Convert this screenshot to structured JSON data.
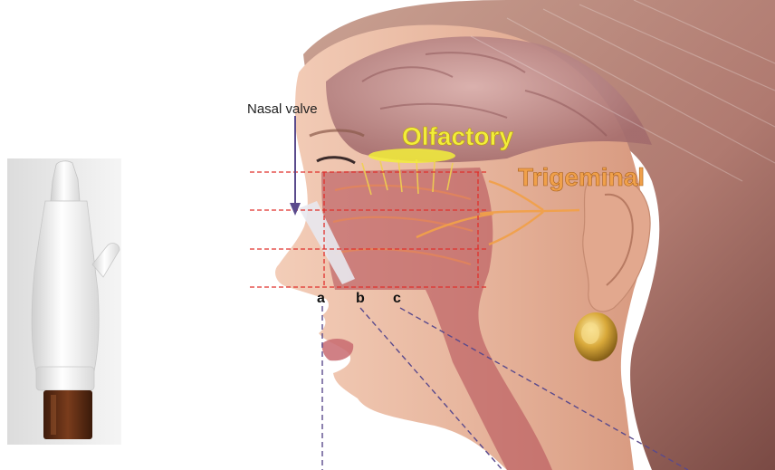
{
  "labels": {
    "nasal_valve": "Nasal valve",
    "olfactory": "Olfactory",
    "trigeminal": "Trigeminal",
    "a": "a",
    "b": "b",
    "c": "c"
  },
  "colors": {
    "olfactory": "#f2ee3a",
    "trigeminal": "#f0a04a",
    "guide_lines": "#e0302c",
    "dashed_paths": "#5a4a8c",
    "arrow": "#5a4a8c",
    "skin": "#e6b19a",
    "cavity": "#b6525a",
    "device_body": "#f2f2f2",
    "device_bottle": "#5a2a14"
  },
  "icons": {
    "device": "nasal-spray-device-illustration",
    "head": "head-profile-anatomy-illustration",
    "earring": "gold-earring-illustration"
  }
}
